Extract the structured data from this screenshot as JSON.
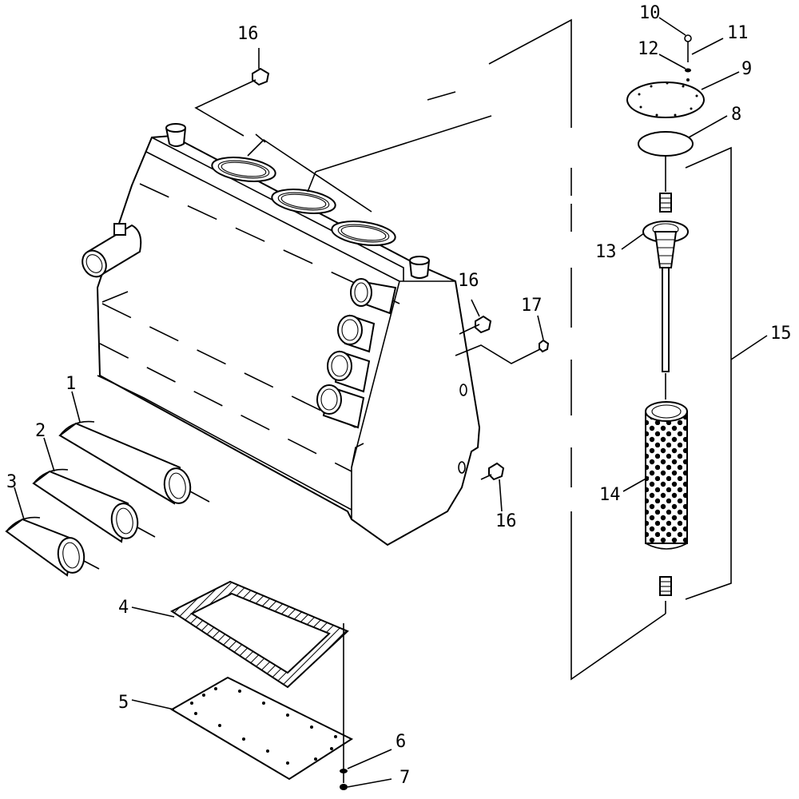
{
  "callouts": {
    "c1": "1",
    "c2": "2",
    "c3": "3",
    "c4": "4",
    "c5": "5",
    "c6": "6",
    "c7": "7",
    "c8": "8",
    "c9": "9",
    "c10": "10",
    "c11": "11",
    "c12": "12",
    "c13": "13",
    "c14": "14",
    "c15": "15",
    "c16a": "16",
    "c16b": "16",
    "c16c": "16",
    "c17": "17"
  }
}
